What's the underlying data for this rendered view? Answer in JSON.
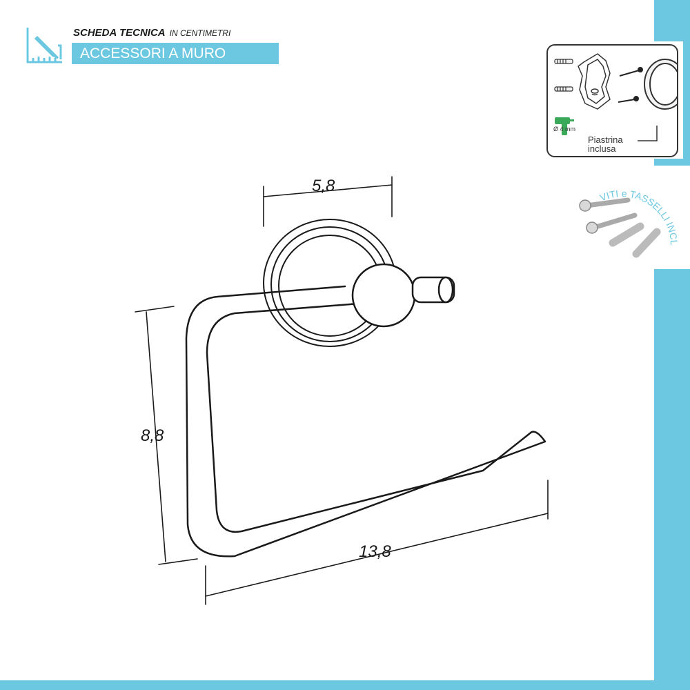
{
  "header": {
    "title": "SCHEDA TECNICA",
    "units": "IN CENTIMETRI",
    "category": "ACCESSORI A MURO"
  },
  "install": {
    "drill_label": "Ø 4 mm",
    "plate_label_1": "Piastrina",
    "plate_label_2": "inclusa"
  },
  "kit": {
    "badge_text": "VITI e TASSELLI INCLUSI"
  },
  "dimensions": {
    "width": "5,8",
    "height": "8,8",
    "depth": "13,8"
  },
  "colors": {
    "accent": "#6cc8e0",
    "line": "#1a1a1a",
    "drill": "#3aaa5a"
  },
  "icons": [
    "ruler-pencil-icon",
    "wall-plug-icon",
    "mounting-plate-icon",
    "screw-icon",
    "drill-icon",
    "allen-key-icon",
    "screws-anchors-icon"
  ]
}
